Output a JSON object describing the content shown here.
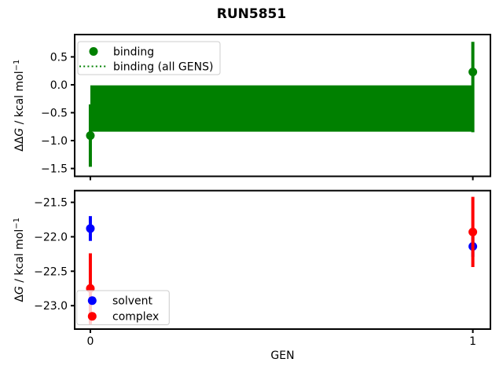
{
  "figure": {
    "title": "RUN5851",
    "background": "#ffffff",
    "xlabel": "GEN"
  },
  "chart_data": [
    {
      "type": "scatter",
      "id": "ddg-vs-gen",
      "ylabel": "ΔΔG / kcal mol⁻¹",
      "ylabel_parts": [
        {
          "t": "ΔΔ"
        },
        {
          "t": "G",
          "i": true
        },
        {
          "t": " / kcal mol"
        },
        {
          "t": "−1",
          "sup": true
        }
      ],
      "xlabel": "",
      "xlim": [
        -0.041,
        1.046
      ],
      "ylim": [
        -1.64,
        0.9
      ],
      "yticks": [
        {
          "v": 0.5,
          "label": "0.5"
        },
        {
          "v": 0.0,
          "label": "0.0"
        },
        {
          "v": -0.5,
          "label": "−0.5"
        },
        {
          "v": -1.0,
          "label": "−1.0"
        },
        {
          "v": -1.5,
          "label": "−1.5"
        }
      ],
      "xticks": [
        {
          "v": 0,
          "label": ""
        },
        {
          "v": 1,
          "label": ""
        }
      ],
      "series": [
        {
          "name": "binding (all GENS)",
          "kind": "band",
          "color": "#008000",
          "lo": -0.84,
          "hi": -0.01,
          "center": -0.42,
          "x_range": [
            0,
            1
          ]
        },
        {
          "name": "binding",
          "kind": "errorbar",
          "color": "#008000",
          "points": [
            {
              "x": 0,
              "y": -0.91,
              "err_lo": -1.47,
              "err_hi": -0.35
            },
            {
              "x": 1,
              "y": 0.23,
              "err_lo": -0.85,
              "err_hi": 0.77
            }
          ]
        }
      ],
      "legend": {
        "position": "upper-left",
        "entries": [
          {
            "label": "binding",
            "glyph": "dot",
            "color": "#008000"
          },
          {
            "label": "binding (all GENS)",
            "glyph": "dotted-line",
            "color": "#008000"
          }
        ]
      }
    },
    {
      "type": "scatter",
      "id": "dg-vs-gen",
      "ylabel": "ΔG / kcal mol⁻¹",
      "ylabel_parts": [
        {
          "t": "Δ"
        },
        {
          "t": "G",
          "i": true
        },
        {
          "t": " / kcal mol"
        },
        {
          "t": "−1",
          "sup": true
        }
      ],
      "xlabel": "GEN",
      "xlim": [
        -0.041,
        1.046
      ],
      "ylim": [
        -23.34,
        -21.33
      ],
      "yticks": [
        {
          "v": -21.5,
          "label": "−21.5"
        },
        {
          "v": -22.0,
          "label": "−22.0"
        },
        {
          "v": -22.5,
          "label": "−22.5"
        },
        {
          "v": -23.0,
          "label": "−23.0"
        }
      ],
      "xticks": [
        {
          "v": 0,
          "label": "0"
        },
        {
          "v": 1,
          "label": "1"
        }
      ],
      "series": [
        {
          "name": "solvent",
          "kind": "errorbar",
          "color": "#0000ff",
          "points": [
            {
              "x": 0,
              "y": -21.88,
              "err_lo": -22.06,
              "err_hi": -21.7
            },
            {
              "x": 1,
              "y": -22.14,
              "err_lo": -22.29,
              "err_hi": -22.0
            }
          ]
        },
        {
          "name": "complex",
          "kind": "errorbar",
          "color": "#ff0000",
          "points": [
            {
              "x": 0,
              "y": -22.75,
              "err_lo": -23.27,
              "err_hi": -22.24
            },
            {
              "x": 1,
              "y": -21.93,
              "err_lo": -22.44,
              "err_hi": -21.42
            }
          ]
        }
      ],
      "legend": {
        "position": "lower-left",
        "entries": [
          {
            "label": "solvent",
            "glyph": "dot",
            "color": "#0000ff"
          },
          {
            "label": "complex",
            "glyph": "dot",
            "color": "#ff0000"
          }
        ]
      }
    }
  ]
}
